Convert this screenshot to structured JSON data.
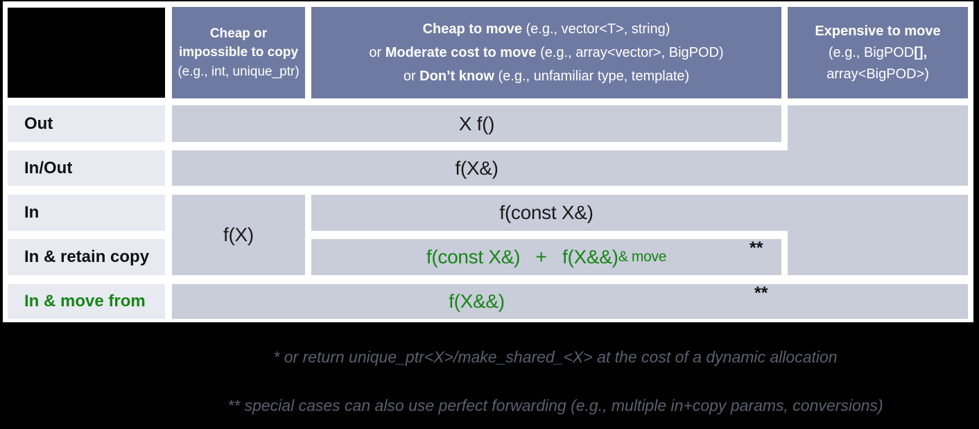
{
  "colors": {
    "header_bg": "#6f7aa2",
    "cell_bg": "#c9ccd9",
    "row_label_bg": "#e7eaf1",
    "green_accent": "#168516",
    "footnote_text": "#5b6070",
    "background": "#000000"
  },
  "table": {
    "headers": {
      "col1": {
        "segments": [
          {
            "t": "Cheap or impossible to copy",
            "b": true
          },
          {
            "t": " (e.g., int, unique_ptr)",
            "b": false
          }
        ]
      },
      "col2": {
        "lines": [
          [
            {
              "t": "Cheap to move",
              "b": true
            },
            {
              "t": " (e.g., vector<T>, string)",
              "b": false
            }
          ],
          [
            {
              "t": "or ",
              "b": false
            },
            {
              "t": "Moderate cost to move",
              "b": true
            },
            {
              "t": " (e.g., array<vector>, BigPOD)",
              "b": false
            }
          ],
          [
            {
              "t": "or ",
              "b": false
            },
            {
              "t": "Don’t know",
              "b": true
            },
            {
              "t": " (e.g., unfamiliar type, template)",
              "b": false
            }
          ]
        ]
      },
      "col3": {
        "lines": [
          [
            {
              "t": "Expensive to move",
              "b": true
            }
          ],
          [
            {
              "t": "(e.g., BigPOD",
              "b": false
            },
            {
              "t": "[],",
              "b": true
            }
          ],
          [
            {
              "t": "array<BigPOD>)",
              "b": false
            }
          ]
        ]
      }
    },
    "row_labels": [
      {
        "label": "Out"
      },
      {
        "label": "In/Out"
      },
      {
        "label": "In"
      },
      {
        "label": "In & retain copy"
      },
      {
        "label": "In & move from"
      }
    ],
    "cells": {
      "out": "X f()",
      "inout": "f(X&)",
      "in_cheap_copy": "f(X)",
      "in": "f(const X&)",
      "retain_segments": [
        {
          "t": "f(const X&)"
        },
        {
          "t": "   +   "
        },
        {
          "t": "f(X&&)"
        },
        {
          "t": " & move",
          "sm": true
        }
      ],
      "retain_marker": "**",
      "move_from": "f(X&&)",
      "move_from_marker": "**"
    }
  },
  "footnotes": [
    "* or return unique_ptr<X>/make_shared_<X> at the cost of a dynamic allocation",
    "** special cases can also use perfect forwarding (e.g., multiple in+copy params, conversions)"
  ]
}
